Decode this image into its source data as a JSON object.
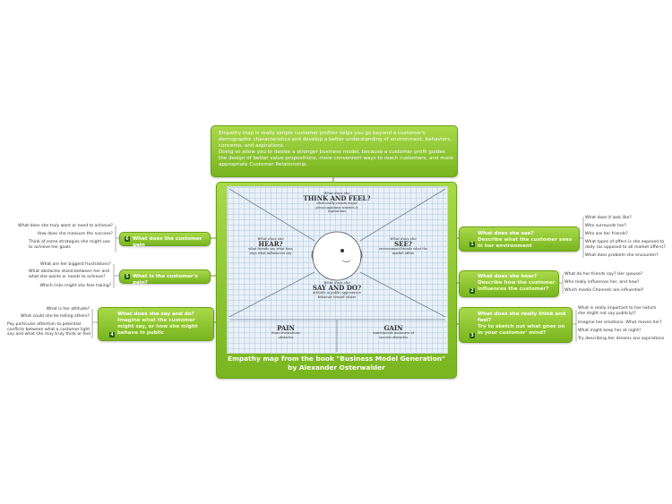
{
  "intro": {
    "line1": "Empathy map is really simple customer profiler helps you go beyond a customer's demographic characteristics and develop a better understanding of environment, behaviors, concerns, and aspirations.",
    "line2": "Doing so allow you to devise a stronger business model, because a customer profil guides the design of better value propositions, more convenient ways to reach customers, and more appropriate Customer Relationship."
  },
  "center": {
    "caption": "Empathy map from the book \"Business Model Generation\" by Alexander Osterwalder",
    "map": {
      "think_small": "What does she",
      "think_big": "THINK AND FEEL?",
      "think_sub": "what really counts major preoccupations worries & aspirations",
      "hear_small": "What does she",
      "hear_big": "HEAR?",
      "hear_sub": "what friends say what boss says what influencers say",
      "see_small": "What does she",
      "see_big": "SEE?",
      "see_sub": "environment friends what the market offers",
      "say_small": "What does she",
      "say_big": "SAY AND DO?",
      "say_sub": "attitude in public appearance behavior toward others",
      "pain_big": "PAIN",
      "pain_sub": "fears frustrations obstacles",
      "gain_big": "GAIN",
      "gain_sub": "wants/needs measures of success obstacles"
    }
  },
  "nodes": {
    "n1": {
      "num": "1",
      "title": "What does she see?",
      "sub": "Describe what the customer sees in her environment"
    },
    "n2": {
      "num": "2",
      "title": "What does she hear?",
      "sub": "Describe how the customer influences the customer?"
    },
    "n3": {
      "num": "3",
      "title": "What does she really think and feel?",
      "sub": "Try to sketch out what goes on in your customer' mind?"
    },
    "n4": {
      "num": "4",
      "title": "What does she say and do?",
      "sub": "Imagine what the customer might say, or how she might behave in public"
    },
    "n5": {
      "num": "5",
      "title": "What is the customer's pain?"
    },
    "n6": {
      "num": "6",
      "title": "What does the customer gain"
    }
  },
  "notes": {
    "n1": [
      "What does it look like?",
      "Who surrounds her?",
      "Who are her friends?",
      "What types of offers is she exposed to daily (as opposed to all market offers)?",
      "What does problem she encounter?"
    ],
    "n2": [
      "What do her friends say? Her spouse?",
      "Who really influences her, and how?",
      "Which media Channels are influential?"
    ],
    "n3": [
      "What is really important to her (which she might not say publicly)?",
      "Imagine her emotions. What moves her?",
      "What might keep her at night?",
      "Try describing her dreams ans aspirations"
    ],
    "n4": [
      "What is her attitude?",
      "What could she be telling others?",
      "Pay particular attention to potential conflicts between what a customer light say and what she may truly think or feel"
    ],
    "n5": [
      "What are her biggest frustrations?",
      "What obstacles stand between her and what she wants or needs to achieve?",
      "Which risks might she fear taking?"
    ],
    "n6": [
      "What does she truly want or need to achieve?",
      "How does she measure the success?",
      "Think of some strategies she might use to achieve her goals"
    ]
  }
}
